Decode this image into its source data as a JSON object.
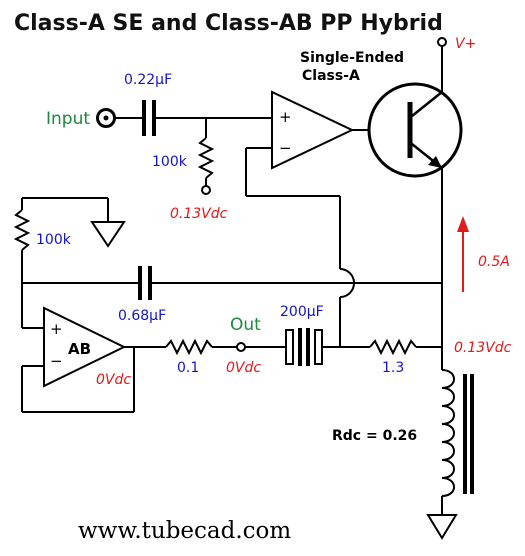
{
  "title": "Class-A SE and Class-AB PP Hybrid",
  "footer": "www.tubecad.com",
  "colors": {
    "title": "#111111",
    "component_value": "#1515c8",
    "voltage": "#e11b1b",
    "node_label": "#1a8a3c",
    "wire": "#000000"
  },
  "labels": {
    "input": "Input",
    "out": "Out",
    "input_cap": "0.22µF",
    "input_resistor": "100k",
    "input_bias_voltage": "0.13Vdc",
    "feedback_resistor": "100k",
    "coupling_cap": "0.68µF",
    "output_cap": "200µF",
    "series_resistor": "0.1",
    "emitter_resistor": "1.3",
    "out_voltage": "0Vdc",
    "ab_output_voltage": "0Vdc",
    "emitter_voltage": "0.13Vdc",
    "current": "0.5A",
    "supply": "V+",
    "se_line1": "Single-Ended",
    "se_line2": "Class-A",
    "ab_amp": "AB",
    "opamp_plus": "+",
    "opamp_minus": "−",
    "rdc": "Rdc = 0.26"
  }
}
